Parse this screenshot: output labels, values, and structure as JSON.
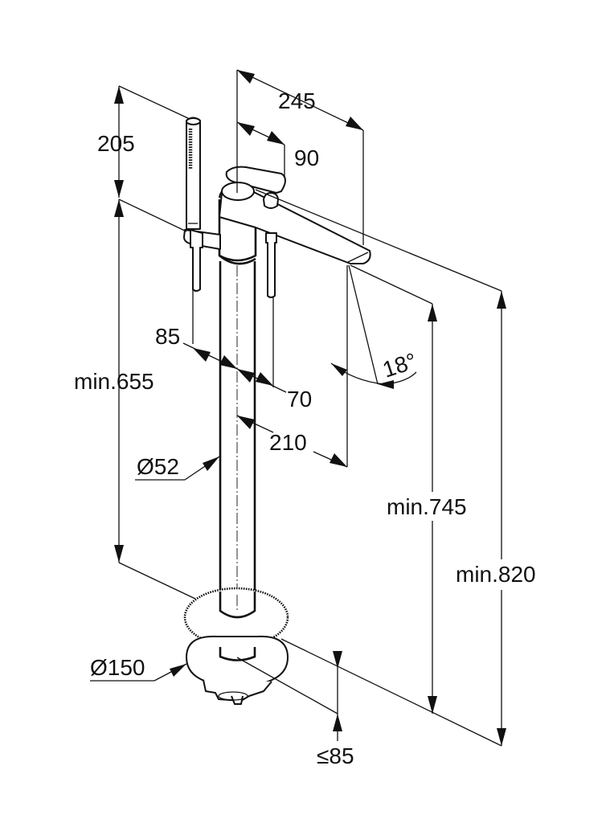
{
  "drawing": {
    "title": "Freestanding bath mixer with hand shower — dimension drawing",
    "units": "mm",
    "colors": {
      "line": "#111111",
      "background": "#ffffff"
    },
    "dimensions": {
      "hand_shower_height": "205",
      "spout_reach": "245",
      "lever_offset": "90",
      "hand_shower_offset": "85",
      "diverter_offset": "70",
      "spout_projection": "210",
      "spout_angle": "18°",
      "hand_shower_holder_height": "min.655",
      "spout_outlet_height": "min.745",
      "overall_height": "min.820",
      "column_diameter": "Ø52",
      "base_diameter": "Ø150",
      "floor_install_depth": "≤85"
    }
  }
}
